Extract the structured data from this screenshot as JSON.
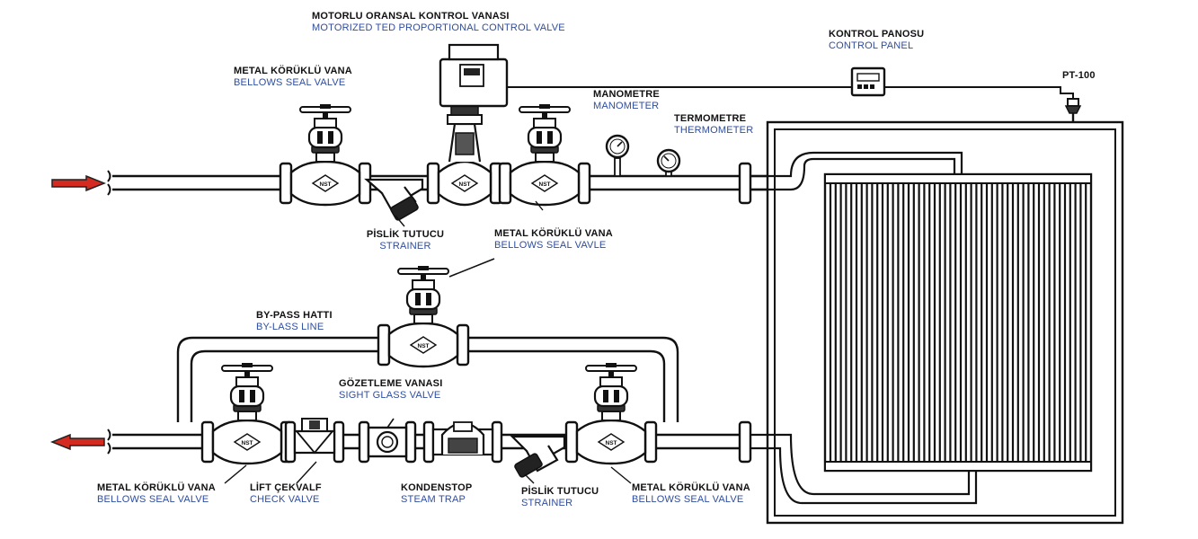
{
  "labels": {
    "motor_valve": {
      "tr": "MOTORLU ORANSAL KONTROL VANASI",
      "en": "MOTORIZED TED PROPORTIONAL CONTROL VALVE"
    },
    "control_panel": {
      "tr": "KONTROL PANOSU",
      "en": "CONTROL PANEL"
    },
    "pt100": {
      "tr": "PT-100"
    },
    "bellows_top_left": {
      "tr": "METAL KÖRÜKLÜ VANA",
      "en": "BELLOWS SEAL VALVE"
    },
    "manometer": {
      "tr": "MANOMETRE",
      "en": "MANOMETER"
    },
    "thermometer": {
      "tr": "TERMOMETRE",
      "en": "THERMOMETER"
    },
    "strainer_top": {
      "tr": "PİSLİK TUTUCU",
      "en": "STRAINER"
    },
    "bellows_top_right": {
      "tr": "METAL KÖRÜKLÜ VANA",
      "en": "BELLOWS SEAL VAVLE"
    },
    "bypass": {
      "tr": "BY-PASS HATTI",
      "en": "BY-LASS LINE"
    },
    "sight_glass": {
      "tr": "GÖZETLEME VANASI",
      "en": "SIGHT GLASS VALVE"
    },
    "bellows_bottom_left": {
      "tr": "METAL KÖRÜKLÜ VANA",
      "en": "BELLOWS SEAL VALVE"
    },
    "check_valve": {
      "tr": "LİFT ÇEKVALF",
      "en": "CHECK VALVE"
    },
    "steam_trap": {
      "tr": "KONDENSTOP",
      "en": "STEAM TRAP"
    },
    "strainer_bottom": {
      "tr": "PİSLİK TUTUCU",
      "en": "STRAINER"
    },
    "bellows_bottom_right": {
      "tr": "METAL KÖRÜKLÜ VANA",
      "en": "BELLOWS SEAL VALVE"
    }
  },
  "brand": "NST",
  "colors": {
    "line": "#111111",
    "arrow": "#d42a20",
    "label_en": "#2f4d9e"
  },
  "icons": [
    "flow-in-arrow-icon",
    "flow-out-arrow-icon",
    "globe-valve-icon",
    "strainer-icon",
    "manometer-icon",
    "thermometer-icon",
    "control-panel-icon",
    "pt100-sensor-icon",
    "check-valve-icon",
    "sight-glass-icon",
    "steam-trap-icon",
    "heat-exchanger-icon"
  ]
}
